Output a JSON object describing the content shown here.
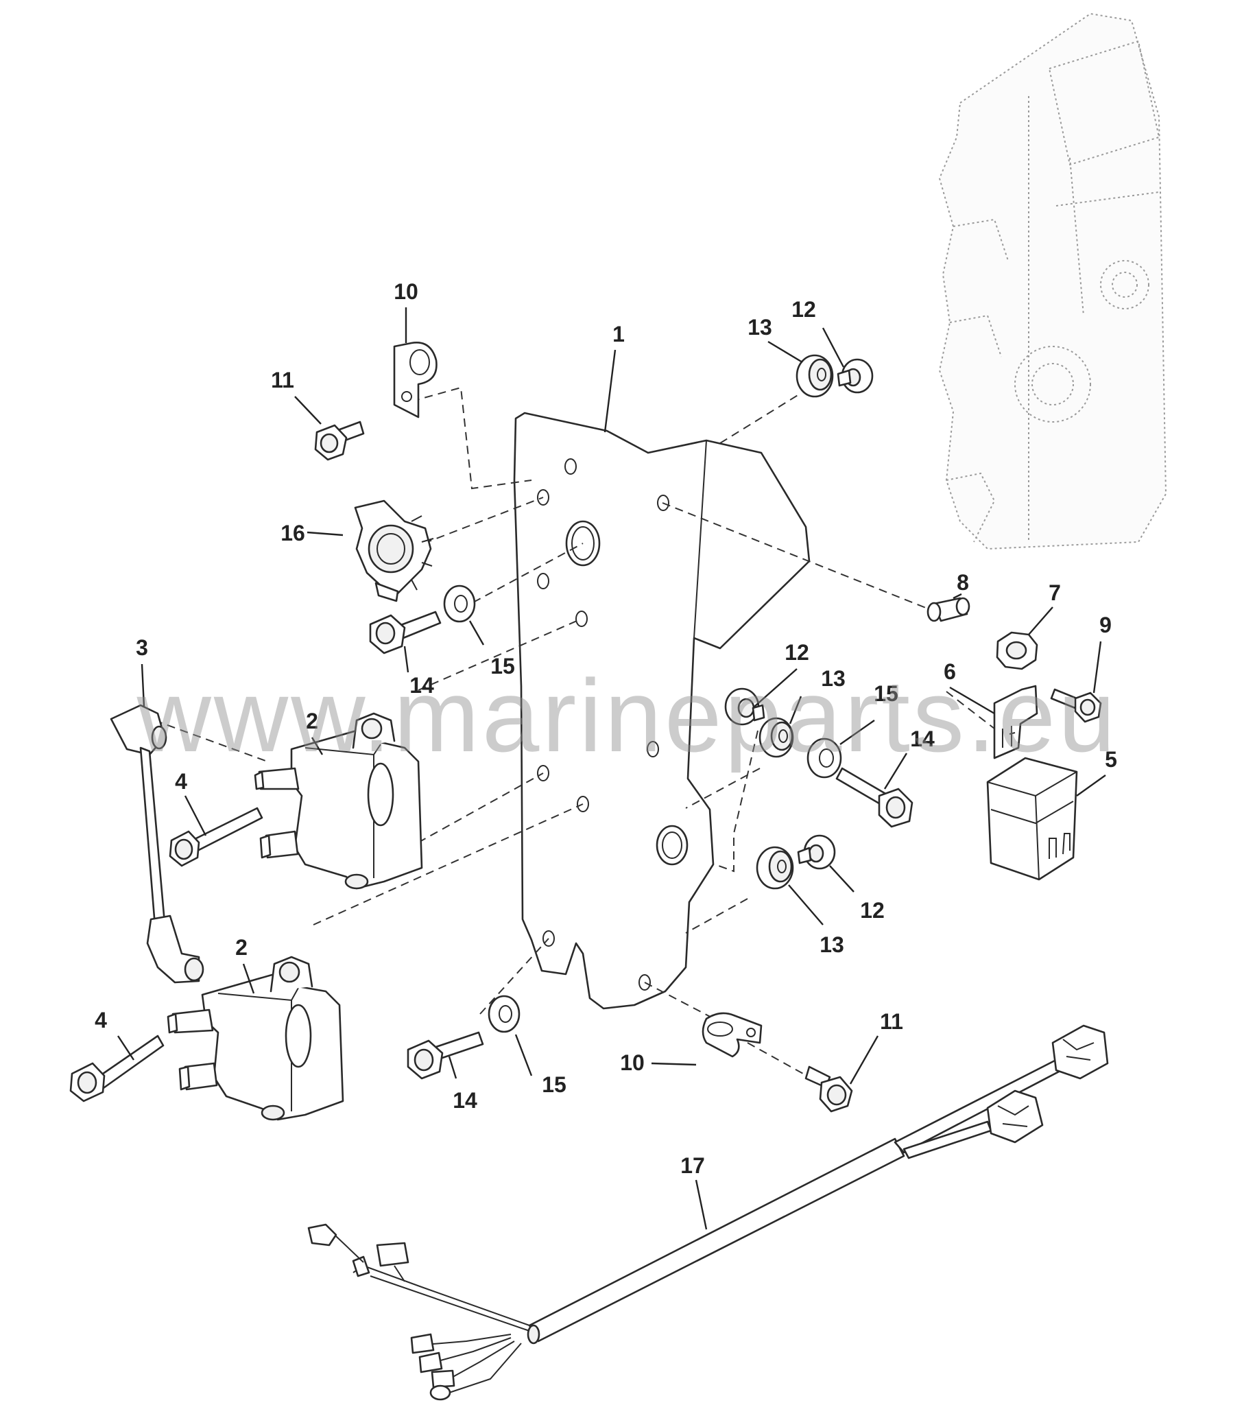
{
  "watermark": "www.marineparts.eu",
  "callouts": {
    "c1": "1",
    "c2a": "2",
    "c2b": "2",
    "c3": "3",
    "c4a": "4",
    "c4b": "4",
    "c5": "5",
    "c6": "6",
    "c7": "7",
    "c8": "8",
    "c9": "9",
    "c10a": "10",
    "c10b": "10",
    "c11a": "11",
    "c11b": "11",
    "c12a": "12",
    "c12b": "12",
    "c12c": "12",
    "c13a": "13",
    "c13b": "13",
    "c13c": "13",
    "c14a": "14",
    "c14b": "14",
    "c14c": "14",
    "c15a": "15",
    "c15b": "15",
    "c15c": "15",
    "c16": "16",
    "c17": "17"
  }
}
